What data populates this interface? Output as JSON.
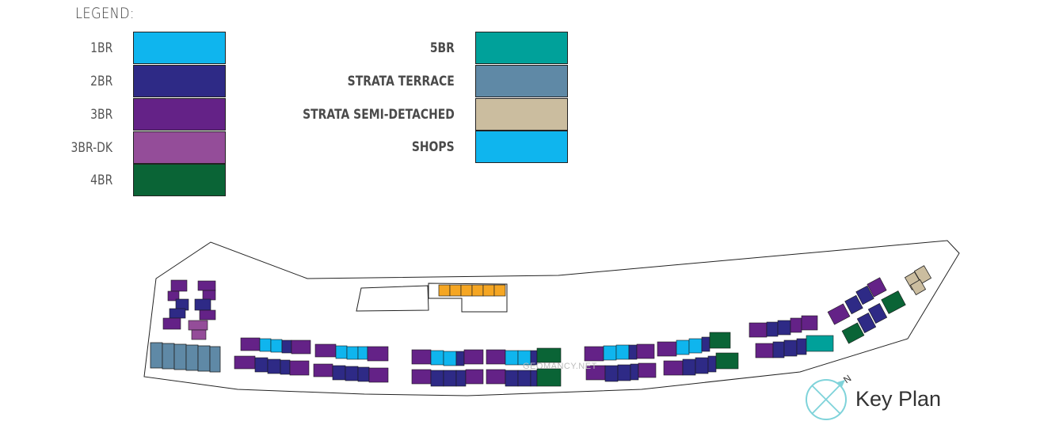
{
  "legend": {
    "title": "LEGEND:",
    "left_column": [
      {
        "label": "1BR",
        "color": "#0fb5ee"
      },
      {
        "label": "2BR",
        "color": "#2e2a86"
      },
      {
        "label": "3BR",
        "color": "#642287"
      },
      {
        "label": "3BR-DK",
        "color": "#944d99"
      },
      {
        "label": "4BR",
        "color": "#0a6436"
      }
    ],
    "right_column": [
      {
        "label": "5BR",
        "color": "#00a19a"
      },
      {
        "label": "STRATA TERRACE",
        "color": "#5f89a6"
      },
      {
        "label": "STRATA SEMI-DETACHED",
        "color": "#cbbd9f"
      },
      {
        "label": "SHOPS",
        "color": "#0fb5ee"
      }
    ]
  },
  "map": {
    "watermark": "GEOMANCY.NET",
    "key_plan_label": "Key Plan",
    "north_label": "N",
    "compass_icon": "compass-icon",
    "shop_block_color": "#f5a623"
  }
}
